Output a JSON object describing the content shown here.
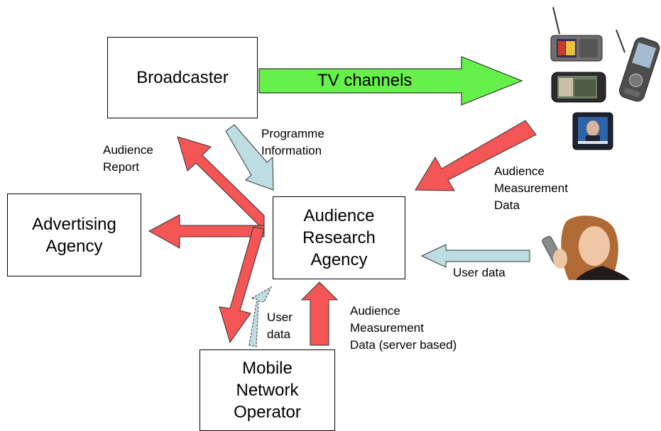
{
  "boxes": {
    "broadcaster": [
      "Broadcaster"
    ],
    "advertising": [
      "Advertising",
      "Agency"
    ],
    "research": [
      "Audience",
      "Research",
      "Agency"
    ],
    "mobile": [
      "Mobile",
      "Network",
      "Operator"
    ]
  },
  "arrows": {
    "tv_channels": "TV channels"
  },
  "labels": {
    "audience_report": [
      "Audience",
      "Report"
    ],
    "programme_info": [
      "Programme",
      "Information"
    ],
    "audience_measurement": [
      "Audience",
      "Measurement",
      "Data"
    ],
    "user_data_right": [
      "User data"
    ],
    "user_data_bottom": [
      "User",
      "data"
    ],
    "server_measurement": [
      "Audience",
      "Measurement",
      "Data (server based)"
    ]
  },
  "colors": {
    "red_arrow": "#f45555",
    "green_arrow": "#66f04a",
    "blue_arrow": "#bddde2",
    "outline": "#333333"
  }
}
